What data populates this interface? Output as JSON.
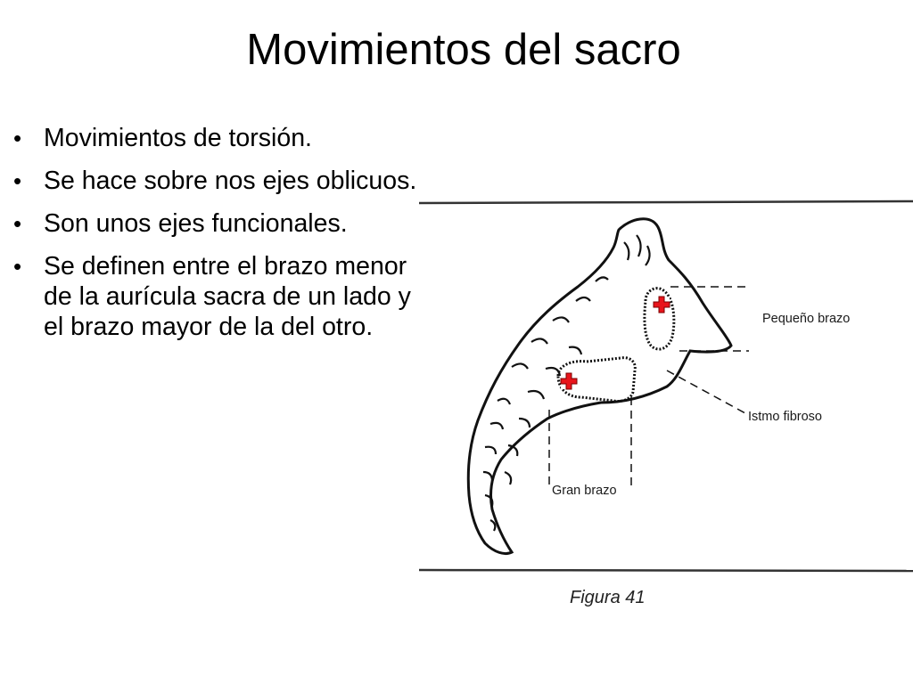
{
  "slide": {
    "title": "Movimientos del sacro",
    "bullets": [
      {
        "text": "Movimientos de torsión."
      },
      {
        "text": "Se hace sobre nos ejes oblicuos."
      },
      {
        "text": "Son unos ejes funcionales."
      },
      {
        "text": "Se definen entre el brazo menor de la aurícula sacra de un lado y el brazo mayor de la del otro."
      }
    ],
    "bullet_glyph": "•"
  },
  "figure": {
    "labels": {
      "pequeno_brazo": "Pequeño brazo",
      "istmo_fibroso": "Istmo fibroso",
      "gran_brazo": "Gran brazo"
    },
    "caption": "Figura 41",
    "icon": "sacrum-drawing",
    "marker_icon": "red-cross-marker",
    "marker_color": "#e8141b"
  }
}
